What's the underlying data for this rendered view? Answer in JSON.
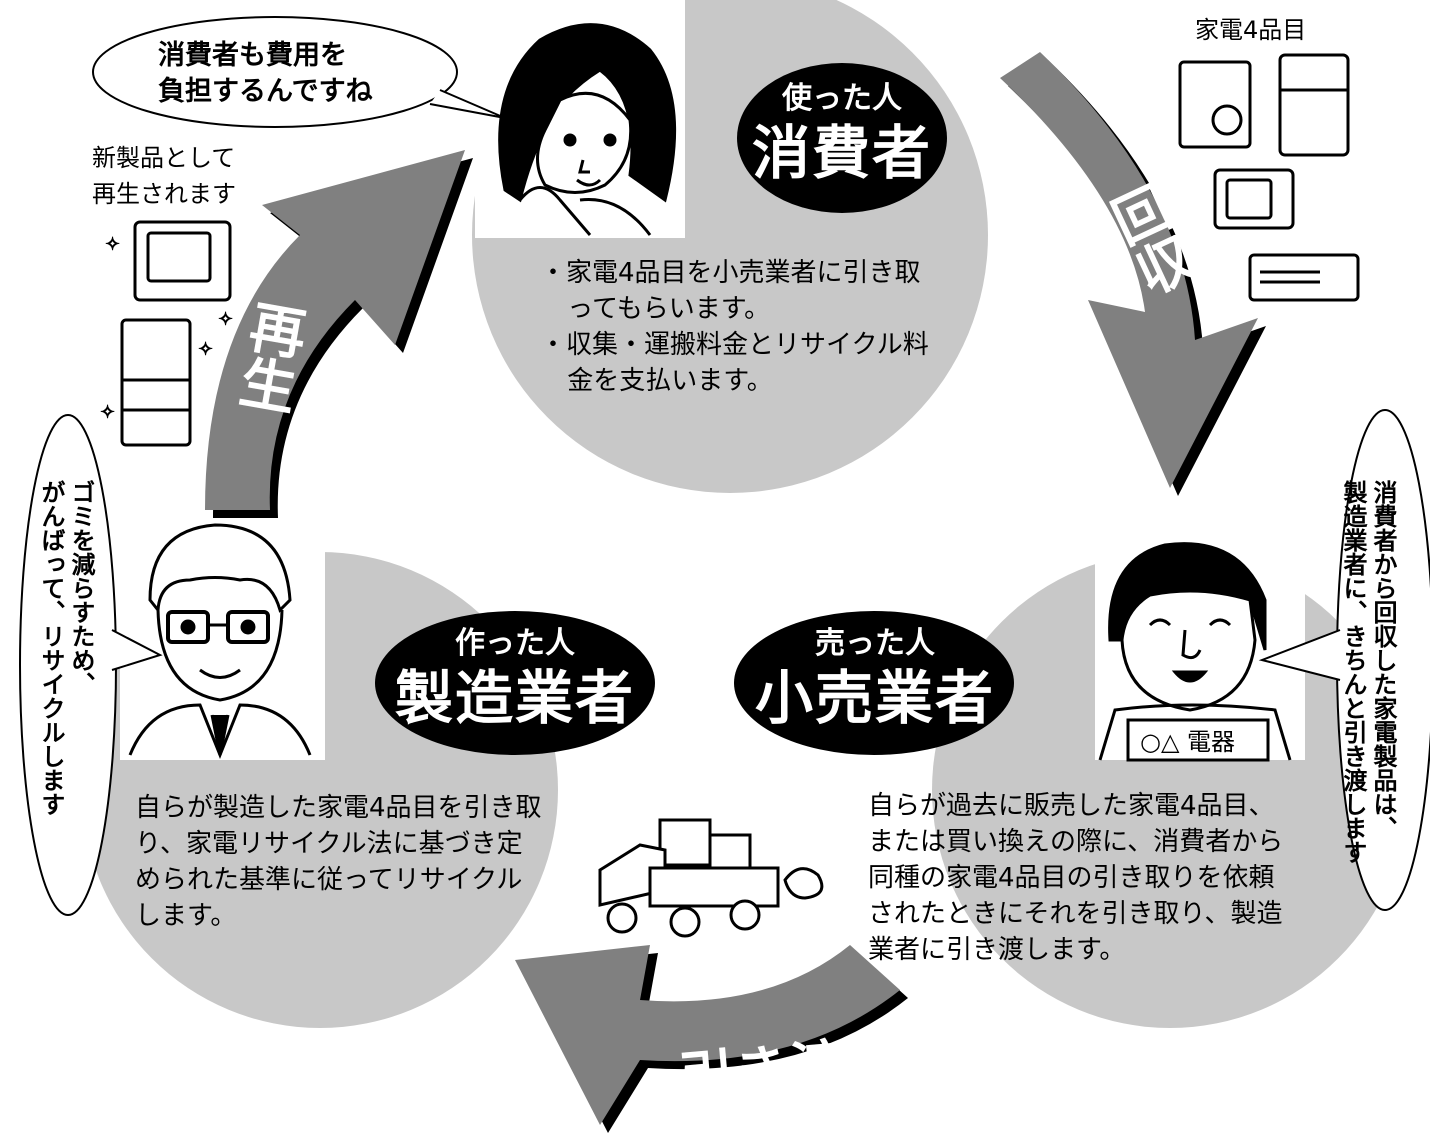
{
  "consumer": {
    "role": "使った人",
    "title": "消費者",
    "items": [
      "・家電4品目を小売業者に引き取ってもらいます。",
      "・収集・運搬料金とリサイクル料金を支払います。"
    ],
    "speech": [
      "消費者も費用を",
      "負担するんですね"
    ]
  },
  "retailer": {
    "role": "売った人",
    "title": "小売業者",
    "desc": "自らが過去に販売した家電4品目、または買い換えの際に、消費者から同種の家電4品目の引き取りを依頼されたときにそれを引き取り、製造業者に引き渡します。",
    "speech": [
      "消費者から回収した家電製品は、",
      "製造業者に、きちんと引き渡します"
    ],
    "apron": "○△ 電器"
  },
  "manufacturer": {
    "role": "作った人",
    "title": "製造業者",
    "desc": "自らが製造した家電4品目を引き取り、家電リサイクル法に基づき定められた基準に従ってリサイクルします。",
    "speech": [
      "ゴミを減らすため、",
      "がんばって、リサイクルします"
    ]
  },
  "arrows": {
    "collect": "回収",
    "handover": "引き渡し",
    "regen": "再生"
  },
  "appliances_label": "家電4品目",
  "new_products_label": [
    "新製品として",
    "再生されます"
  ]
}
